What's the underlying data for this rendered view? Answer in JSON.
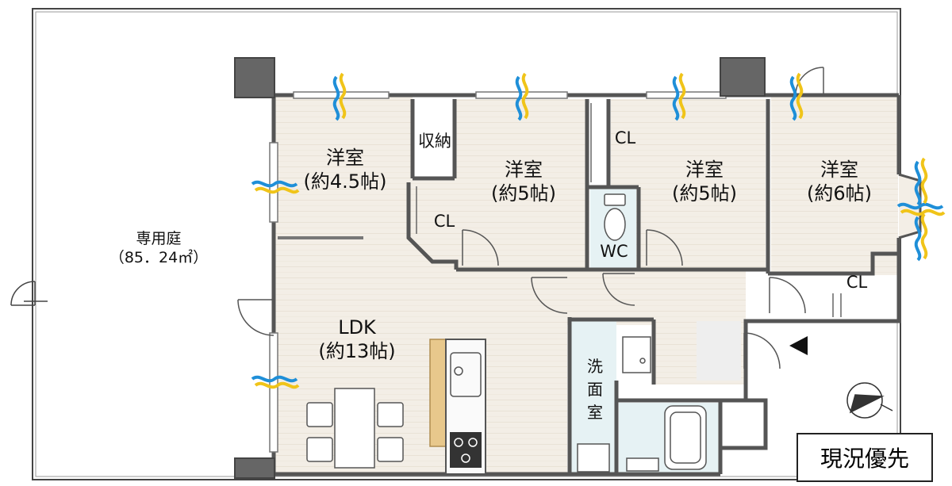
{
  "garden": {
    "name": "専用庭",
    "area": "（85．24㎡）"
  },
  "rooms": [
    {
      "key": "western1",
      "name": "洋室",
      "size": "(約4.5帖)"
    },
    {
      "key": "western2",
      "name": "洋室",
      "size": "(約5帖)"
    },
    {
      "key": "western3",
      "name": "洋室",
      "size": "(約5帖)"
    },
    {
      "key": "western4",
      "name": "洋室",
      "size": "(約6帖)"
    },
    {
      "key": "ldk",
      "name": "LDK",
      "size": "(約13帖)"
    }
  ],
  "labels": {
    "storage": "収納",
    "closet": "CL",
    "toilet": "WC",
    "washroom": [
      "洗",
      "面",
      "室"
    ]
  },
  "stamp": "現況優先",
  "colors": {
    "floor_light": "#f3eee6",
    "floor_stripe": "#ebe4d8",
    "wall": "#555555",
    "pillar": "#666666",
    "wet_area": "#e6f2f4",
    "counter": "#e8c88c",
    "wind_blue": "#1f8fd8",
    "wind_yellow": "#f0c419"
  },
  "icons": [
    "airflow-icon",
    "compass-icon",
    "entrance-arrow-icon",
    "door-swing-icon",
    "toilet-icon",
    "bathtub-icon",
    "stove-icon",
    "sink-icon"
  ]
}
